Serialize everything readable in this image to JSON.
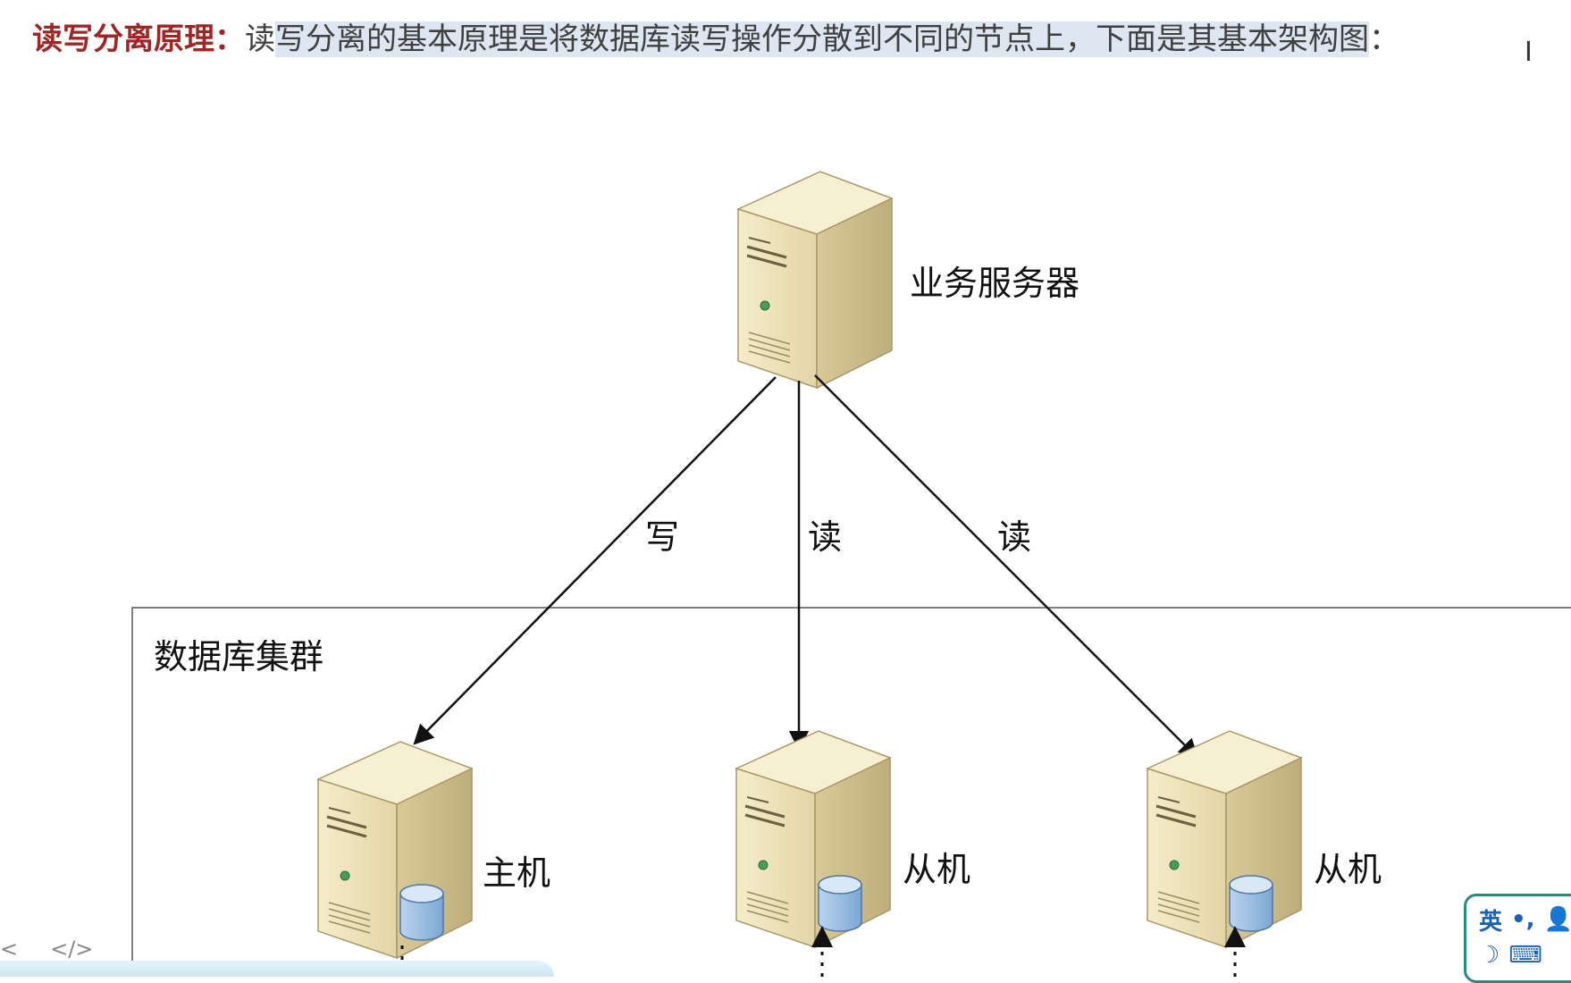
{
  "header": {
    "label": "读写分离原理：",
    "text_lead": "读",
    "text_highlight": "写分离的基本原理是将数据库读写操作分散到不同的节点上，下面是其基本架构图",
    "text_tail": "："
  },
  "diagram": {
    "app_server_label": "业务服务器",
    "cluster_label": "数据库集群",
    "nodes": [
      {
        "label": "主机"
      },
      {
        "label": "从机"
      },
      {
        "label": "从机"
      }
    ],
    "edges": [
      {
        "label": "写"
      },
      {
        "label": "读"
      },
      {
        "label": "读"
      }
    ]
  },
  "bottom_nav": {
    "prev": "<",
    "code": "</>"
  },
  "ime": {
    "lang": "英",
    "punct": "•,"
  },
  "colors": {
    "label_red": "#a02626",
    "highlight": "#dde6f1",
    "server_face": "#efe4bd",
    "server_side": "#cdbd8e",
    "db_blue": "#9cc1e6",
    "ime_border": "#2b8a7e"
  }
}
